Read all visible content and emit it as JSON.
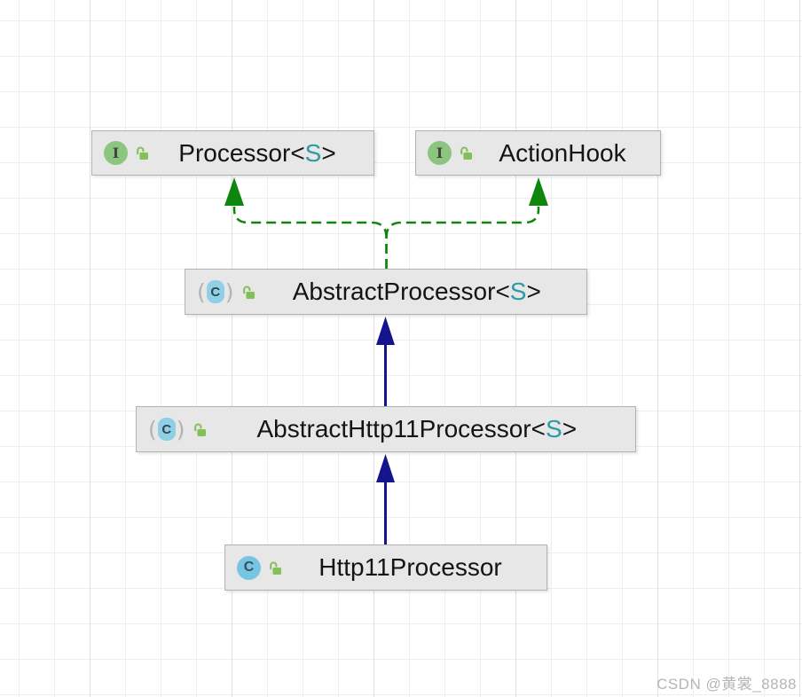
{
  "diagram": {
    "kind": "uml-class-diagram",
    "nodes": [
      {
        "id": "processor",
        "name": "Processor",
        "generic_open": "<",
        "generic_param": "S",
        "generic_close": ">",
        "kind": "interface",
        "icon": "interface-icon",
        "modifier_icon": "unlocked-icon"
      },
      {
        "id": "action-hook",
        "name": "ActionHook",
        "generic_open": "",
        "generic_param": "",
        "generic_close": "",
        "kind": "interface",
        "icon": "interface-icon",
        "modifier_icon": "unlocked-icon"
      },
      {
        "id": "abstract-processor",
        "name": "AbstractProcessor",
        "generic_open": "<",
        "generic_param": "S",
        "generic_close": ">",
        "kind": "abstract-class",
        "icon": "abstract-class-icon",
        "modifier_icon": "unlocked-icon"
      },
      {
        "id": "abstract-http11-processor",
        "name": "AbstractHttp11Processor",
        "generic_open": "<",
        "generic_param": "S",
        "generic_close": ">",
        "kind": "abstract-class",
        "icon": "abstract-class-icon",
        "modifier_icon": "unlocked-icon"
      },
      {
        "id": "http11-processor",
        "name": "Http11Processor",
        "generic_open": "",
        "generic_param": "",
        "generic_close": "",
        "kind": "class",
        "icon": "class-icon",
        "modifier_icon": "unlocked-icon"
      }
    ],
    "edges": [
      {
        "from": "AbstractProcessor<S>",
        "to": "Processor<S>",
        "relation": "implements",
        "style": "dashed",
        "color": "green"
      },
      {
        "from": "AbstractProcessor<S>",
        "to": "ActionHook",
        "relation": "implements",
        "style": "dashed",
        "color": "green"
      },
      {
        "from": "AbstractHttp11Processor<S>",
        "to": "AbstractProcessor<S>",
        "relation": "extends",
        "style": "solid",
        "color": "navy"
      },
      {
        "from": "Http11Processor",
        "to": "AbstractHttp11Processor<S>",
        "relation": "extends",
        "style": "solid",
        "color": "navy"
      }
    ],
    "icon_letters": {
      "interface": "I",
      "class": "C"
    },
    "icon_glyphs": {
      "paren_open": "(",
      "paren_close": ")"
    },
    "colors": {
      "edge-implements": "#0e860e",
      "edge-extends": "#14148c",
      "generic-param": "#2e9aa6",
      "node-bg": "#e7e7e7",
      "interface-icon-bg": "#8cc57d",
      "class-icon-bg": "#76c5e2",
      "abstract-icon-bg": "#90d0e7",
      "lock-icon-color": "#84bf5a"
    }
  },
  "watermark": {
    "text": "CSDN @黄裳_8888"
  }
}
